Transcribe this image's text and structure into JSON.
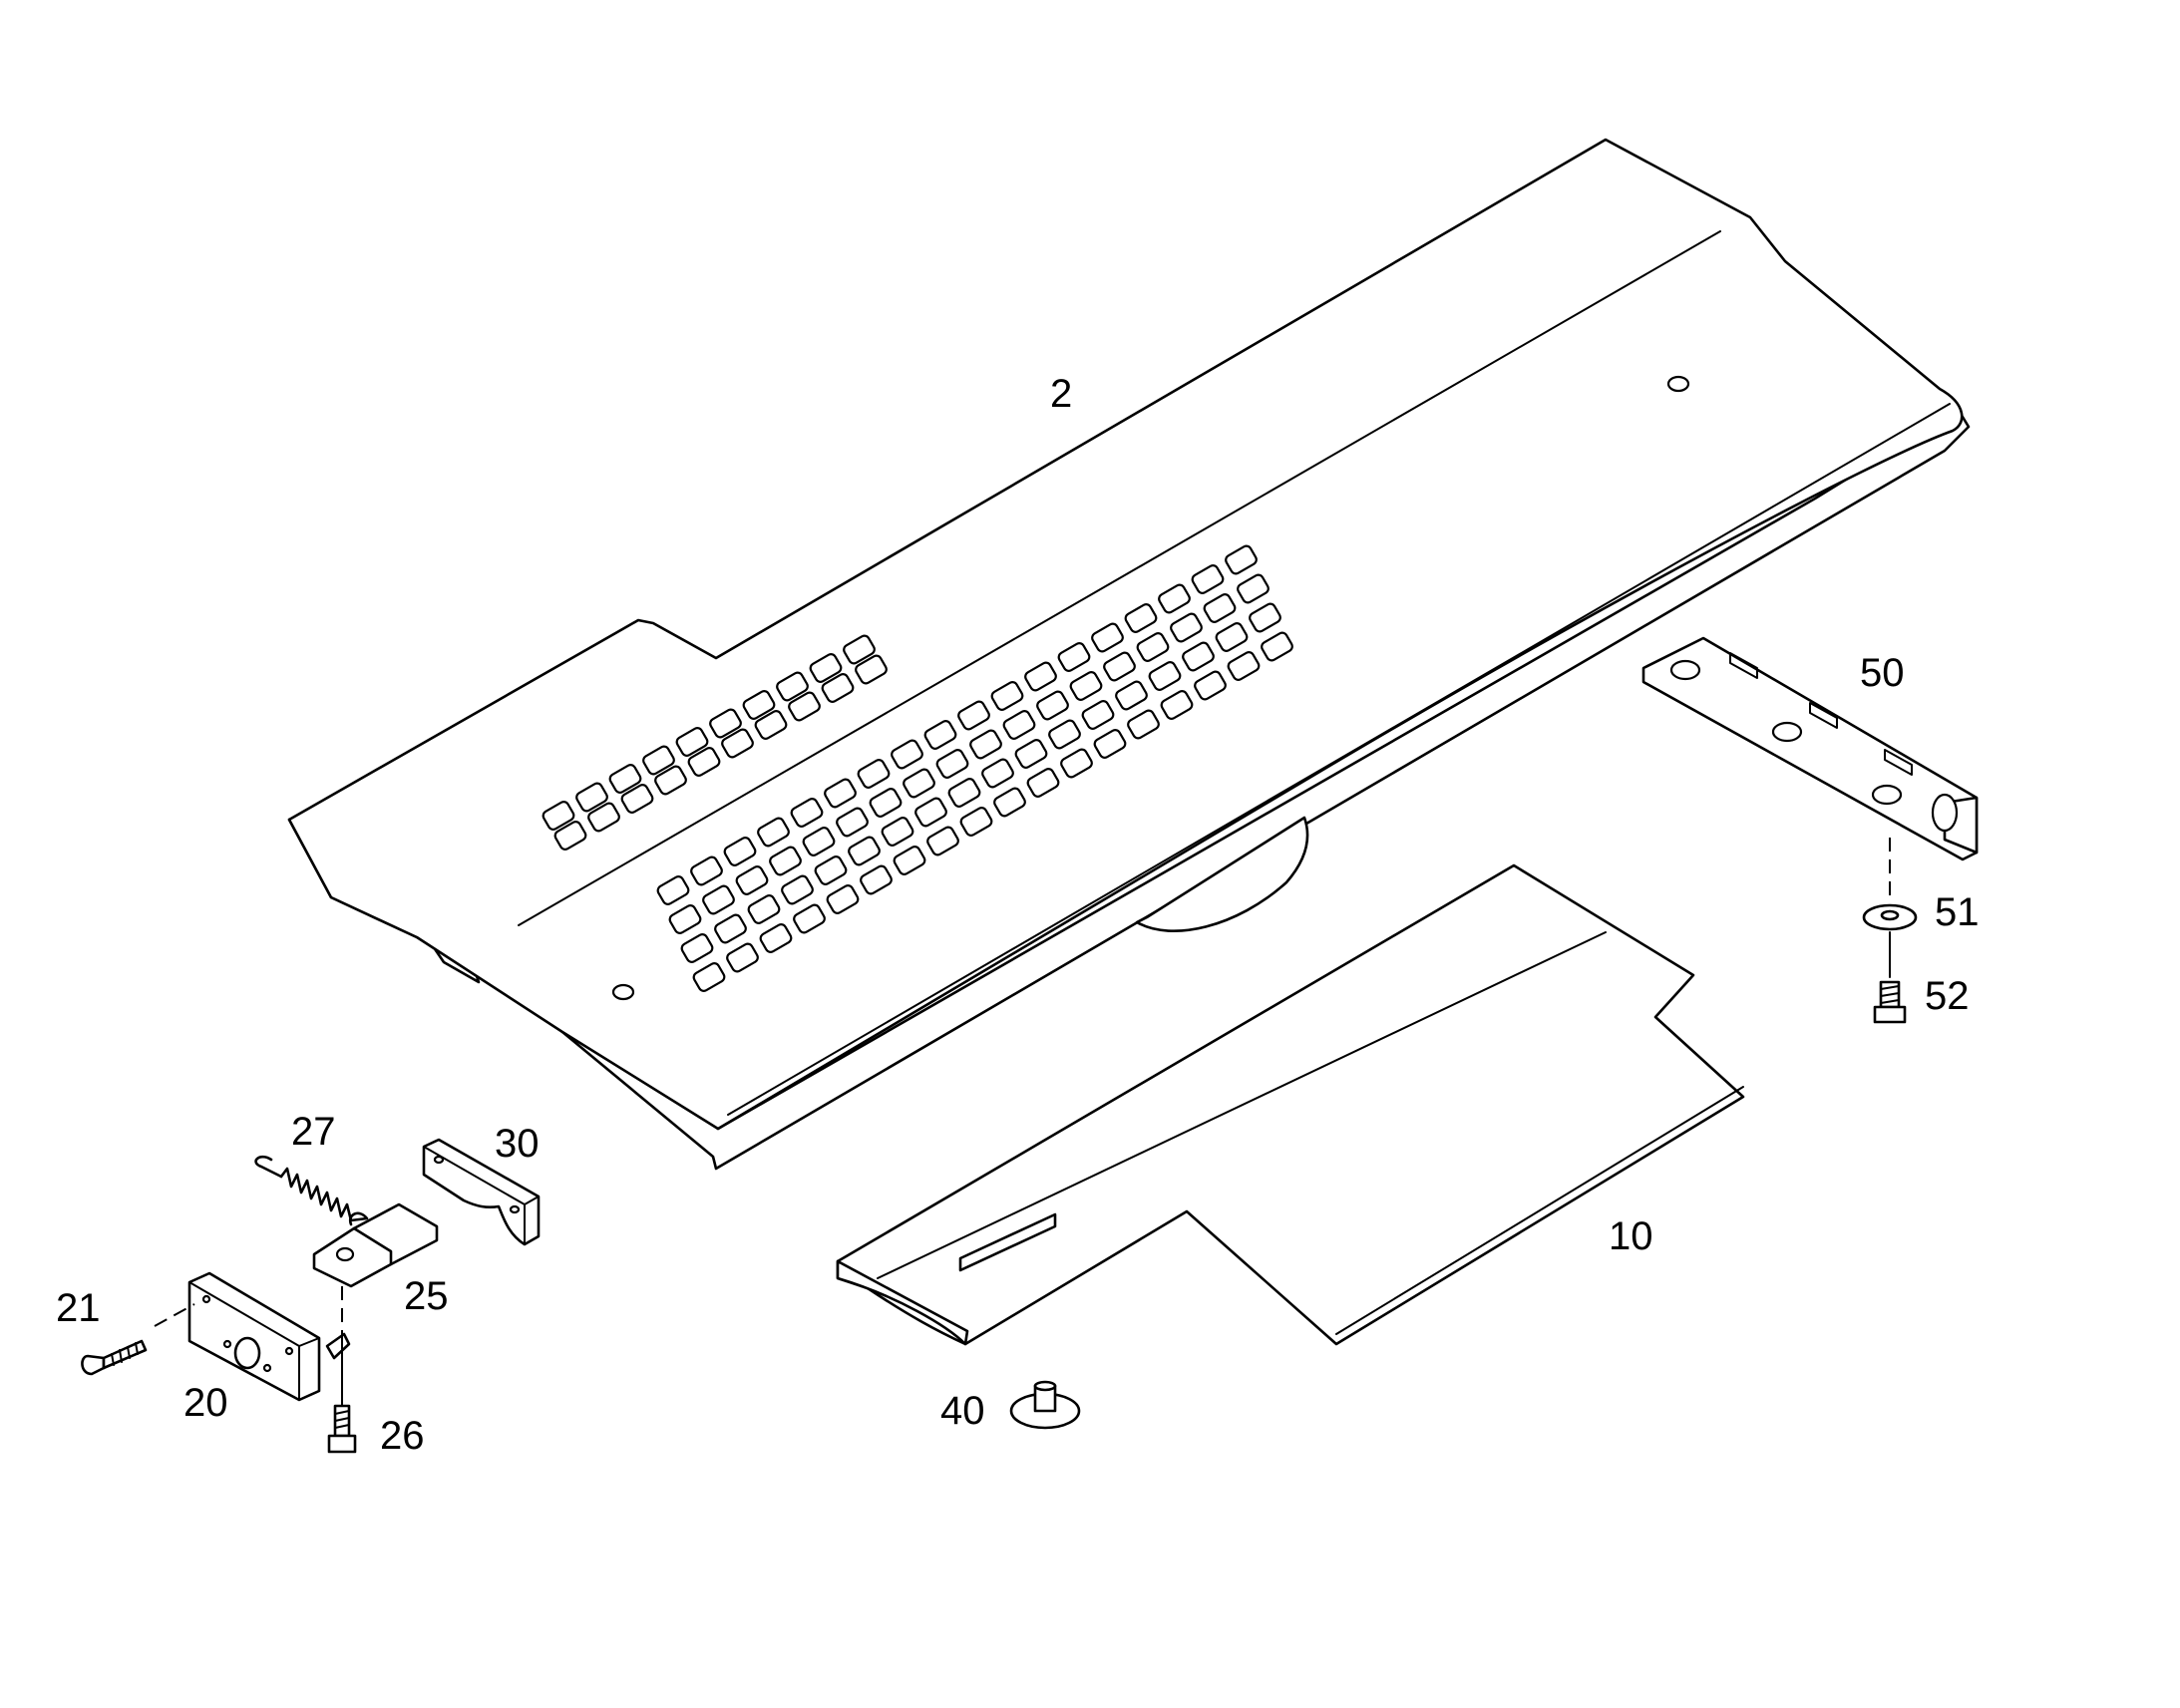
{
  "callouts": {
    "c2": "2",
    "c10": "10",
    "c20": "20",
    "c21": "21",
    "c25": "25",
    "c26": "26",
    "c27": "27",
    "c30": "30",
    "c40": "40",
    "c50": "50",
    "c51": "51",
    "c52": "52"
  }
}
